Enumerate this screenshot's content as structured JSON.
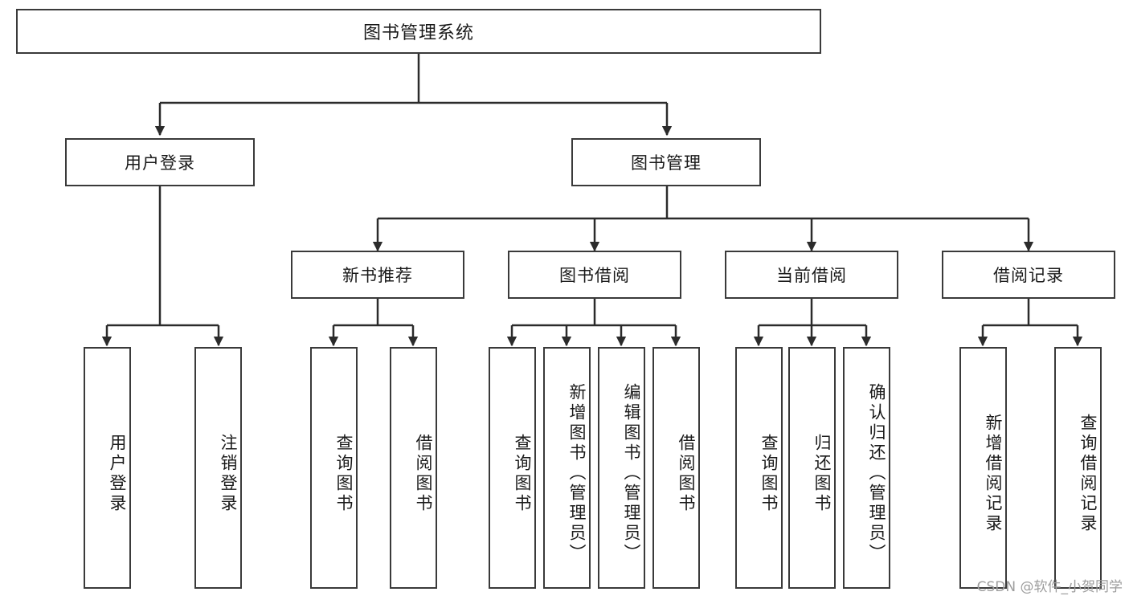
{
  "diagram": {
    "title": "图书管理系统",
    "type": "hierarchy-tree",
    "watermark": "CSDN @软件_小贺同学",
    "colors": {
      "box_border": "#3a3a3a",
      "box_fill": "#ffffff",
      "connector": "#2b2b2b",
      "text": "#1a1a1a",
      "watermark": "#9d9d9d"
    },
    "root": {
      "label": "图书管理系统"
    },
    "level2": [
      {
        "label": "用户登录"
      },
      {
        "label": "图书管理"
      }
    ],
    "level3": [
      {
        "label": "新书推荐"
      },
      {
        "label": "图书借阅"
      },
      {
        "label": "当前借阅"
      },
      {
        "label": "借阅记录"
      }
    ],
    "leaves": {
      "user_login": [
        {
          "label": "用户登录"
        },
        {
          "label": "注销登录"
        }
      ],
      "new_book_recommend": [
        {
          "label": "查询图书"
        },
        {
          "label": "借阅图书"
        }
      ],
      "book_borrow": [
        {
          "label": "查询图书"
        },
        {
          "label": "新增图书（管理员）"
        },
        {
          "label": "编辑图书（管理员）"
        },
        {
          "label": "借阅图书"
        }
      ],
      "current_borrow": [
        {
          "label": "查询图书"
        },
        {
          "label": "归还图书"
        },
        {
          "label": "确认归还（管理员）"
        }
      ],
      "borrow_record": [
        {
          "label": "新增借阅记录"
        },
        {
          "label": "查询借阅记录"
        }
      ]
    }
  }
}
